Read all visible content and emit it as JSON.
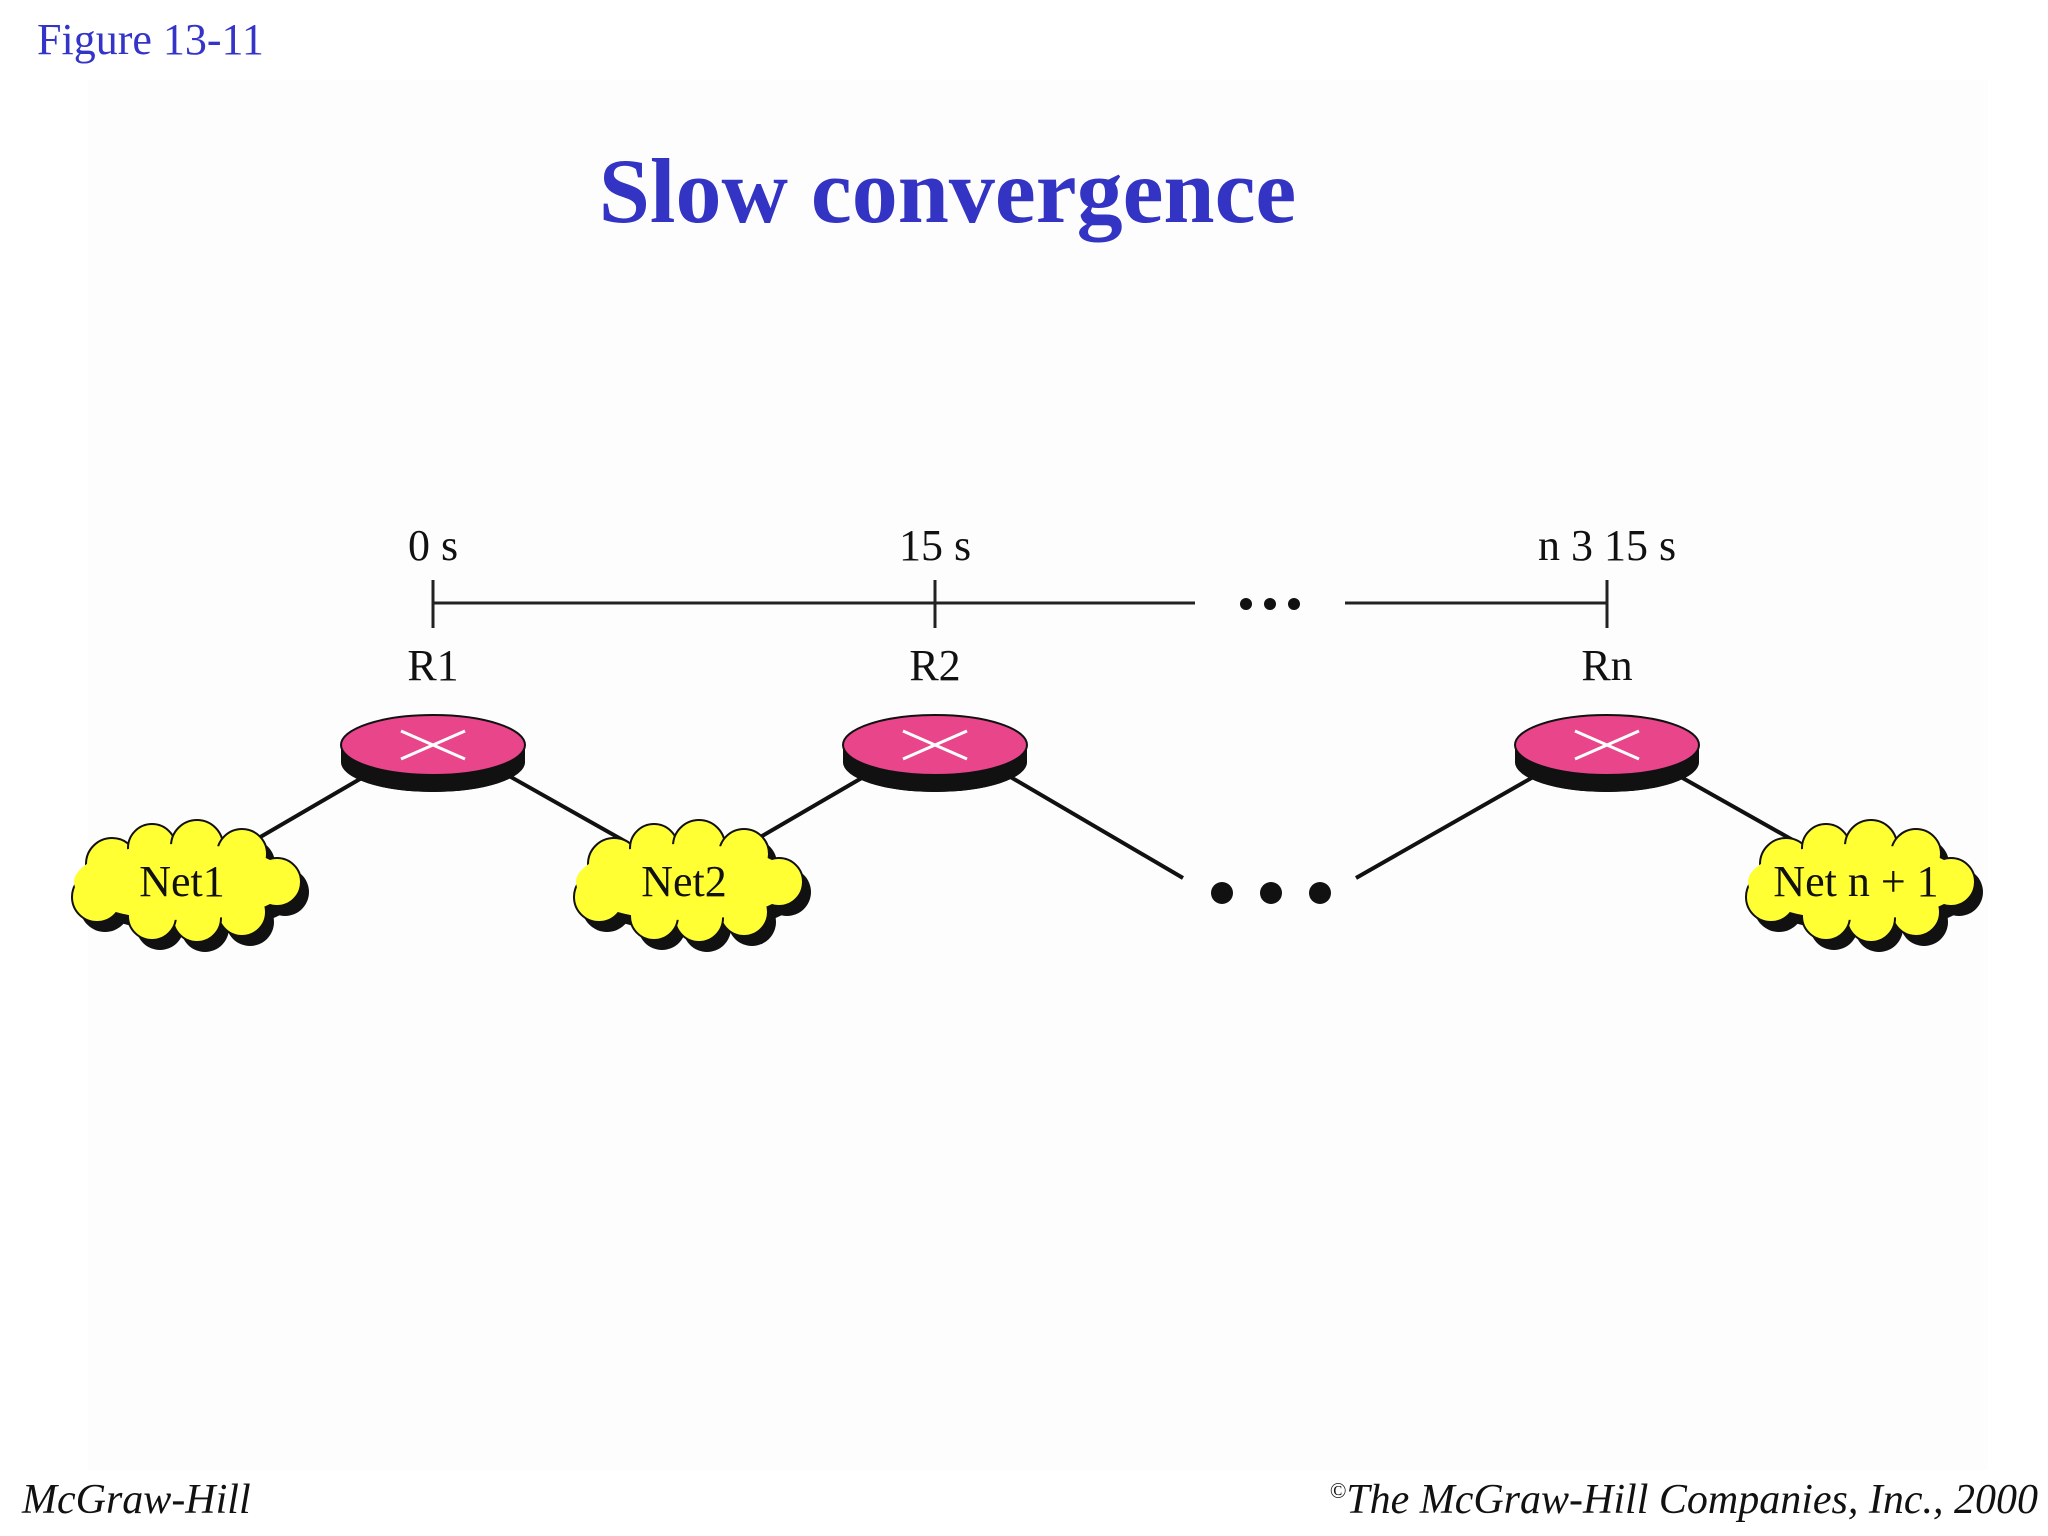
{
  "figure_label": "Figure 13-11",
  "title": "Slow convergence",
  "timeline": {
    "ticks": [
      "0 s",
      "15 s",
      "n 3 15 s"
    ]
  },
  "routers": [
    {
      "label": "R1"
    },
    {
      "label": "R2"
    },
    {
      "label": "Rn"
    }
  ],
  "networks": [
    {
      "label": "Net1"
    },
    {
      "label": "Net2"
    },
    {
      "label": "Net n + 1"
    }
  ],
  "colors": {
    "accent": "#3333c4",
    "router_fill": "#e8458a",
    "router_shadow": "#000000",
    "cloud_fill": "#ffff33"
  },
  "footer": {
    "left": "McGraw-Hill",
    "copyright_mark": "©",
    "right": "The McGraw-Hill Companies, Inc., 2000"
  }
}
